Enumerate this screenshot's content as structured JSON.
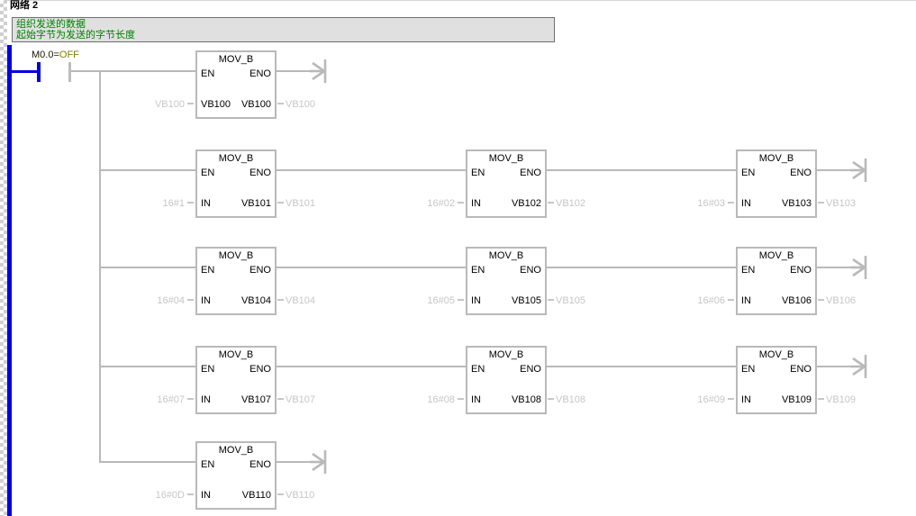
{
  "network": {
    "title": "网络 2",
    "comment": [
      "组织发送的数据",
      "起始字节为发送的字节长度"
    ],
    "contact": {
      "operand": "M0.0=",
      "value": "OFF"
    }
  },
  "box_labels": {
    "title": "MOV_B",
    "en": "EN",
    "eno": "ENO"
  },
  "rows": [
    {
      "boxes": [
        {
          "in_value": "VB100",
          "in_pin": "VB100",
          "out_pin": "VB100",
          "out_value": "VB100"
        }
      ]
    },
    {
      "boxes": [
        {
          "in_value": "16#1",
          "in_pin": "IN",
          "out_pin": "VB101",
          "out_value": "VB101"
        },
        {
          "in_value": "16#02",
          "in_pin": "IN",
          "out_pin": "VB102",
          "out_value": "VB102"
        },
        {
          "in_value": "16#03",
          "in_pin": "IN",
          "out_pin": "VB103",
          "out_value": "VB103"
        }
      ]
    },
    {
      "boxes": [
        {
          "in_value": "16#04",
          "in_pin": "IN",
          "out_pin": "VB104",
          "out_value": "VB104"
        },
        {
          "in_value": "16#05",
          "in_pin": "IN",
          "out_pin": "VB105",
          "out_value": "VB105"
        },
        {
          "in_value": "16#06",
          "in_pin": "IN",
          "out_pin": "VB106",
          "out_value": "VB106"
        }
      ]
    },
    {
      "boxes": [
        {
          "in_value": "16#07",
          "in_pin": "IN",
          "out_pin": "VB107",
          "out_value": "VB107"
        },
        {
          "in_value": "16#08",
          "in_pin": "IN",
          "out_pin": "VB108",
          "out_value": "VB108"
        },
        {
          "in_value": "16#09",
          "in_pin": "IN",
          "out_pin": "VB109",
          "out_value": "VB109"
        }
      ]
    },
    {
      "boxes": [
        {
          "in_value": "16#0D",
          "in_pin": "IN",
          "out_pin": "VB110",
          "out_value": "VB110"
        }
      ]
    }
  ],
  "colors": {
    "power_flow_blue": "#0000e0",
    "wire_gray": "#b9b9b9",
    "status_value_gray": "#c6c6c6",
    "contact_value_olive": "#7f7f00",
    "comment_green": "#007f00",
    "comment_bg": "#e0e0e0"
  }
}
